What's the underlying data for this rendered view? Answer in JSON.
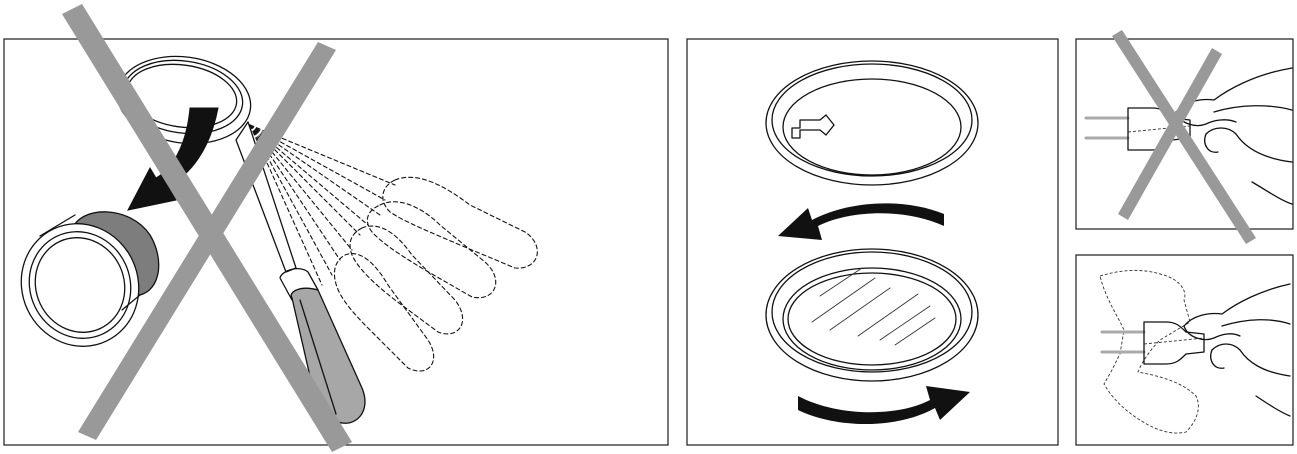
{
  "colors": {
    "prohibited_cross": "#999999",
    "line_art": "#111111",
    "frame": "#1a1a1a",
    "screwdriver_handle": "#a7a7a7",
    "lens_shadow": "#7d7d7d",
    "arrow_fill": "#111111",
    "lamp_pin": "#aaaaaa"
  },
  "panels": [
    {
      "id": "no-prying-with-screwdriver",
      "prohibited": true
    },
    {
      "id": "rotate-to-remove-cover",
      "prohibited": false
    },
    {
      "id": "no-touching-bulb-glass",
      "prohibited": true
    },
    {
      "id": "hold-bulb-by-base",
      "prohibited": false
    }
  ],
  "icons": [
    "screwdriver-icon",
    "spray-motion-icon",
    "curved-arrow-icon",
    "rotate-arrow-icon",
    "halogen-bulb-icon",
    "hand-icon",
    "cross-prohibited-icon",
    "glass-cover-icon",
    "lamp-ring-icon"
  ]
}
